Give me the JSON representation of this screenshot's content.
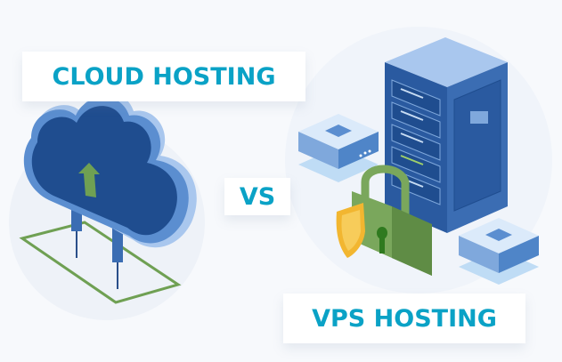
{
  "labels": {
    "cloud": "CLOUD HOSTING",
    "vs": "VS",
    "vps": "VPS HOSTING"
  },
  "colors": {
    "text": "#0aa2c6",
    "cloud_dark": "#1f4d8f",
    "cloud_light": "#7fa8dc",
    "green": "#6fa053",
    "shield": "#f2b630"
  }
}
